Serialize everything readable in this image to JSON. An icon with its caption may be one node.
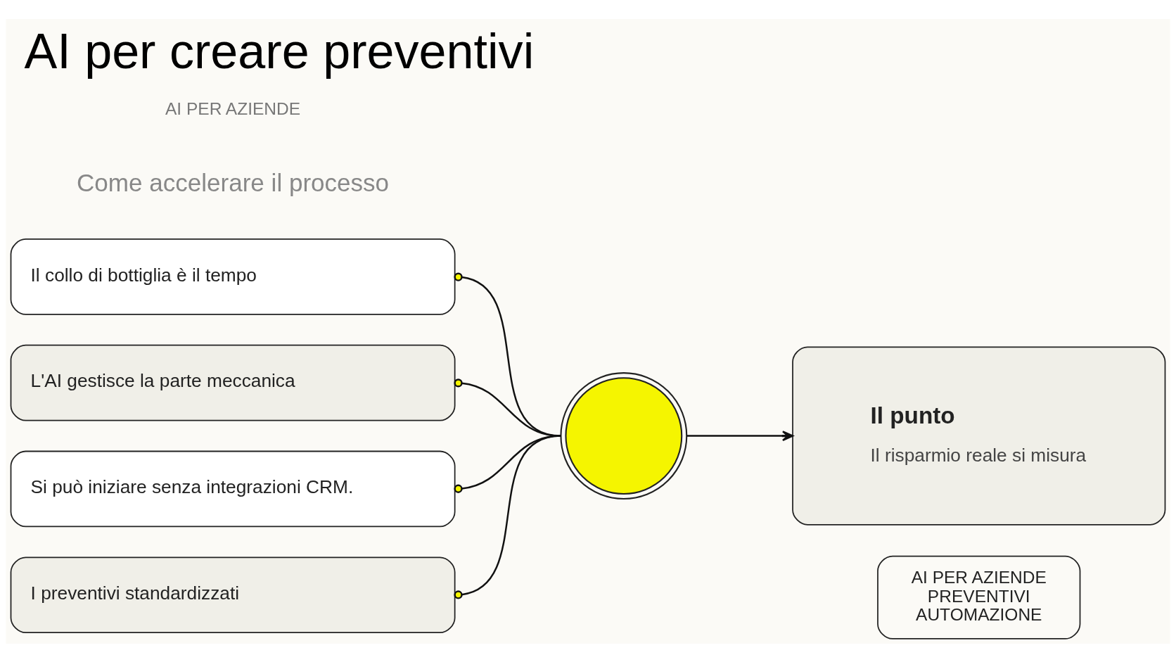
{
  "diagram": {
    "title": "AI per creare preventivi",
    "nodes": [
      {
        "text": [
          "Il collo di bottiglia è il tempo"
        ]
      },
      {
        "text": [
          "L'AI gestisce la parte meccanica"
        ]
      },
      {
        "text": [
          "Si può iniziare senza integrazioni CRM."
        ]
      },
      {
        "text": [
          "I preventivi standardizzati"
        ]
      },
      {
        "text": [],
        "shape": "circle"
      },
      {
        "text": [
          "Il punto",
          "Il risparmio reale si misura"
        ]
      },
      {
        "text": [
          "AI PER AZIENDE",
          "PREVENTIVI",
          "AUTOMAZIONE"
        ]
      }
    ],
    "edges": [
      {
        "from": 0,
        "to": 4,
        "arrow": "other"
      },
      {
        "from": 1,
        "to": 4,
        "arrow": "other"
      },
      {
        "from": 2,
        "to": 4,
        "arrow": "other"
      },
      {
        "from": 3,
        "to": 4,
        "arrow": "other"
      },
      {
        "from": 4,
        "to": 5,
        "arrow": "to"
      }
    ],
    "labels": [
      "AI PER AZIENDE",
      "Come accelerare il processo"
    ]
  }
}
